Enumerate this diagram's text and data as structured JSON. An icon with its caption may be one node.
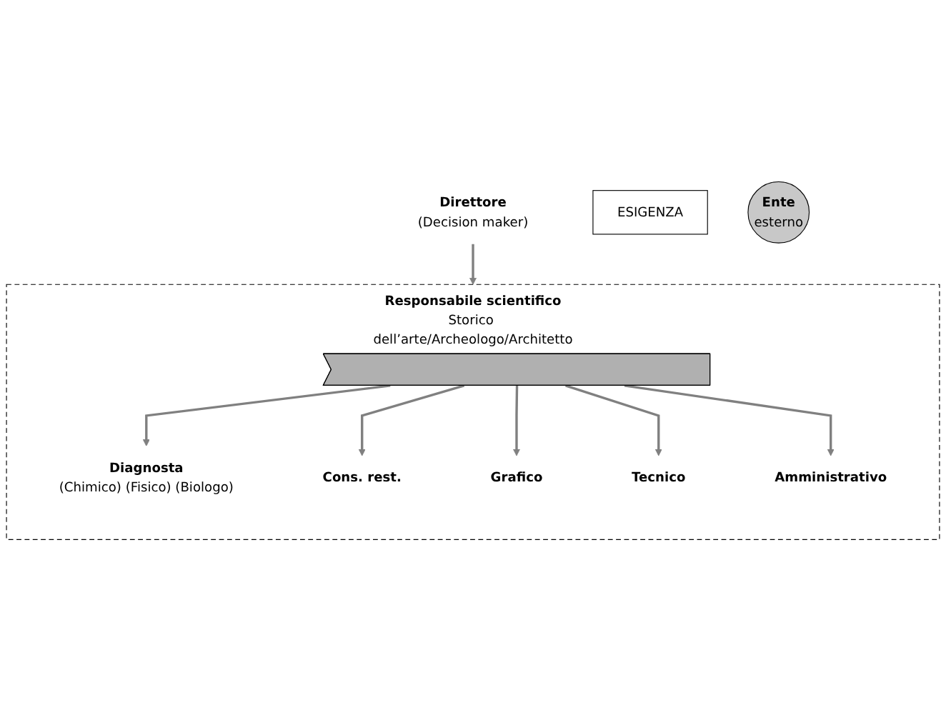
{
  "diagram": {
    "nodes": [
      {
        "text": [
          "Direttore",
          "(Decision maker)"
        ]
      },
      {
        "text": [
          "ESIGENZA"
        ]
      },
      {
        "text": [
          "Ente",
          "esterno"
        ]
      },
      {
        "text": [
          "Responsabile scientifico",
          "Storico dell’arte/Archeologo/Architetto"
        ]
      },
      {
        "text": [],
        "shape": "arrow",
        "in": 3
      },
      {
        "text": [
          "Diagnosta",
          "(Chimico) (Fisico) (Biologo)"
        ],
        "in": 3
      },
      {
        "text": [
          "Cons. rest."
        ],
        "in": 3
      },
      {
        "text": [
          "Grafico"
        ],
        "in": 3
      },
      {
        "text": [
          "Tecnico"
        ],
        "in": 3
      },
      {
        "text": [
          "Amministrativo"
        ],
        "in": 3
      }
    ],
    "edges": [
      {
        "from": 0,
        "to": 3,
        "arrow": "to"
      },
      {
        "from": 4,
        "to": 5,
        "arrow": "to"
      },
      {
        "from": 4,
        "to": 6,
        "arrow": "to"
      },
      {
        "from": 4,
        "to": 7,
        "arrow": "to"
      },
      {
        "from": 4,
        "to": 8,
        "arrow": "to"
      },
      {
        "from": 4,
        "to": 9,
        "arrow": "to"
      }
    ]
  }
}
